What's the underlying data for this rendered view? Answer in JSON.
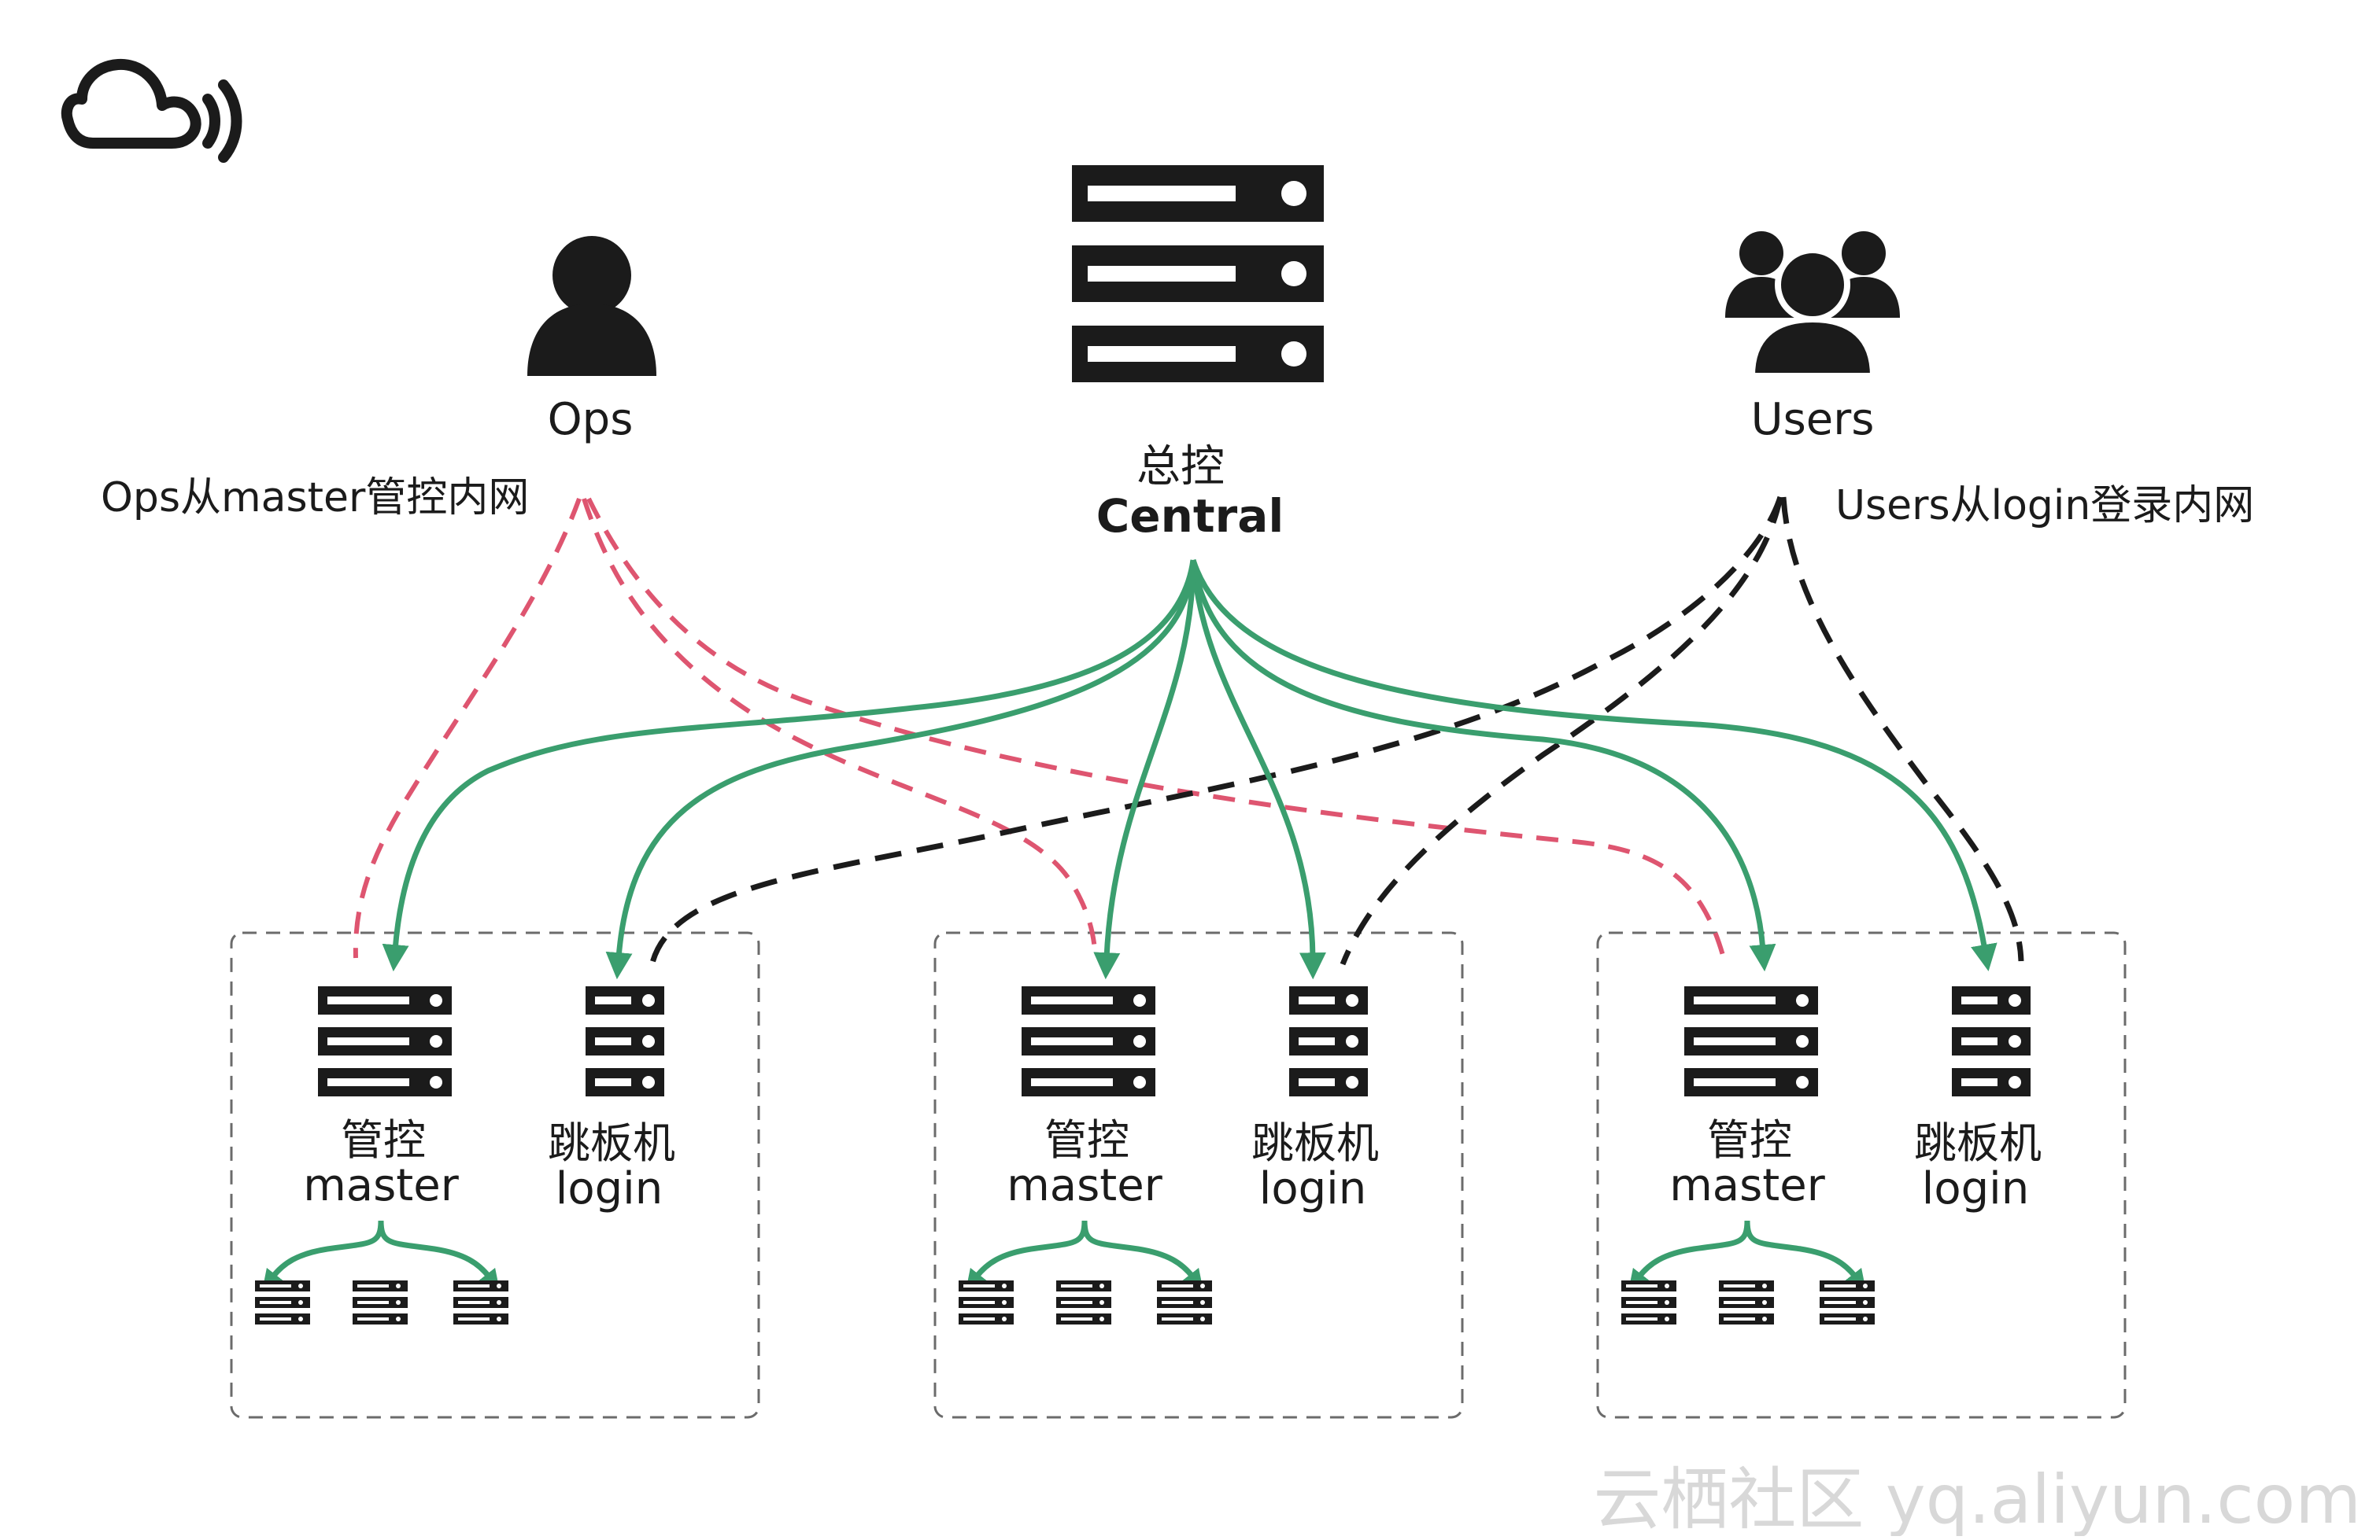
{
  "labels": {
    "ops": "Ops",
    "users": "Users",
    "central_cn": "总控",
    "central_en": "Central",
    "ops_note": "Ops从master管控内网",
    "users_note": "Users从login登录内网",
    "watermark": "云栖社区 yq.aliyun.com"
  },
  "clusters": [
    {
      "master_cn": "管控",
      "master_en": "master",
      "login_cn": "跳板机",
      "login_en": "login"
    },
    {
      "master_cn": "管控",
      "master_en": "master",
      "login_cn": "跳板机",
      "login_en": "login"
    },
    {
      "master_cn": "管控",
      "master_en": "master",
      "login_cn": "跳板机",
      "login_en": "login"
    }
  ],
  "colors": {
    "ink": "#1b1b1b",
    "central_link": "#3a9e6e",
    "ops_link": "#de5570",
    "users_link": "#1b1b1b",
    "cluster_border": "#6b6b6b",
    "watermark": "#c8c8c8"
  },
  "icons": {
    "logo": "cloud-signal-icon",
    "ops": "user-icon",
    "users": "users-group-icon",
    "central": "server-rack-icon",
    "master": "server-rack-icon",
    "login": "server-small-icon",
    "node": "server-node-icon"
  }
}
